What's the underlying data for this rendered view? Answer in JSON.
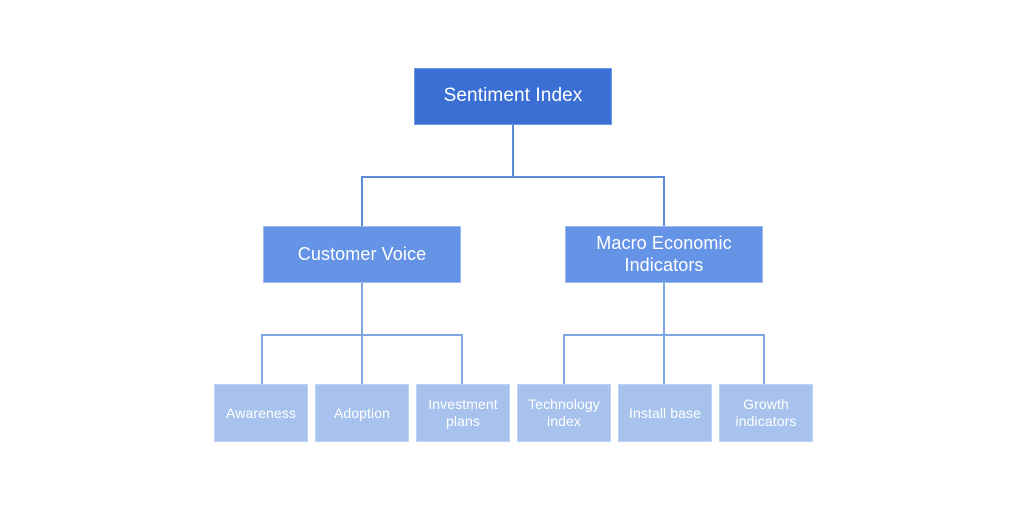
{
  "diagram": {
    "type": "tree",
    "title": "Sentiment Index",
    "background_color": "#ffffff",
    "colors": {
      "level1_fill": "#3b6fd4",
      "level2_fill": "#6593e6",
      "level3_fill": "#a6c2ed",
      "connector": "#5b8ad9",
      "connector_light": "#7ea7e2",
      "text": "#ffffff"
    },
    "levels": {
      "level1": [
        {
          "id": "root",
          "label": "Sentiment Index"
        }
      ],
      "level2": [
        {
          "id": "customer-voice",
          "label": "Customer Voice",
          "parent": "root"
        },
        {
          "id": "macro-economic-indicators",
          "label": "Macro Economic\nIndicators",
          "parent": "root"
        }
      ],
      "level3": [
        {
          "id": "awareness",
          "label": "Awareness",
          "parent": "customer-voice"
        },
        {
          "id": "adoption",
          "label": "Adoption",
          "parent": "customer-voice"
        },
        {
          "id": "investment-plans",
          "label": "Investment\nplans",
          "parent": "customer-voice"
        },
        {
          "id": "technology-index",
          "label": "Technology\nindex",
          "parent": "macro-economic-indicators"
        },
        {
          "id": "install-base",
          "label": "Install base",
          "parent": "macro-economic-indicators"
        },
        {
          "id": "growth-indicators",
          "label": "Growth\nindicators",
          "parent": "macro-economic-indicators"
        }
      ]
    }
  }
}
